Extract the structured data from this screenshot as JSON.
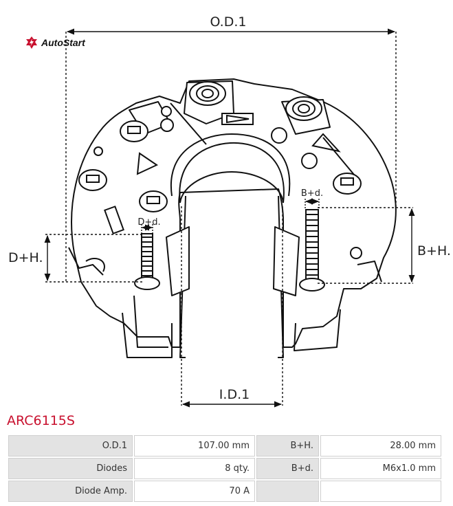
{
  "brand": {
    "name": "AutoStart",
    "accent": "#c8102e"
  },
  "diagram": {
    "labels": {
      "od": "O.D.1",
      "id": "I.D.1",
      "bh": "B+H.",
      "bd": "B+d.",
      "dh": "D+H.",
      "dd": "D+d."
    }
  },
  "part_number": "ARC6115S",
  "specs": {
    "rows": [
      {
        "l1": "O.D.1",
        "v1": "107.00 mm",
        "l2": "B+H.",
        "v2": "28.00 mm"
      },
      {
        "l1": "Diodes",
        "v1": "8 qty.",
        "l2": "B+d.",
        "v2": "M6x1.0 mm"
      },
      {
        "l1": "Diode Amp.",
        "v1": "70 A",
        "l2": "",
        "v2": ""
      }
    ]
  }
}
